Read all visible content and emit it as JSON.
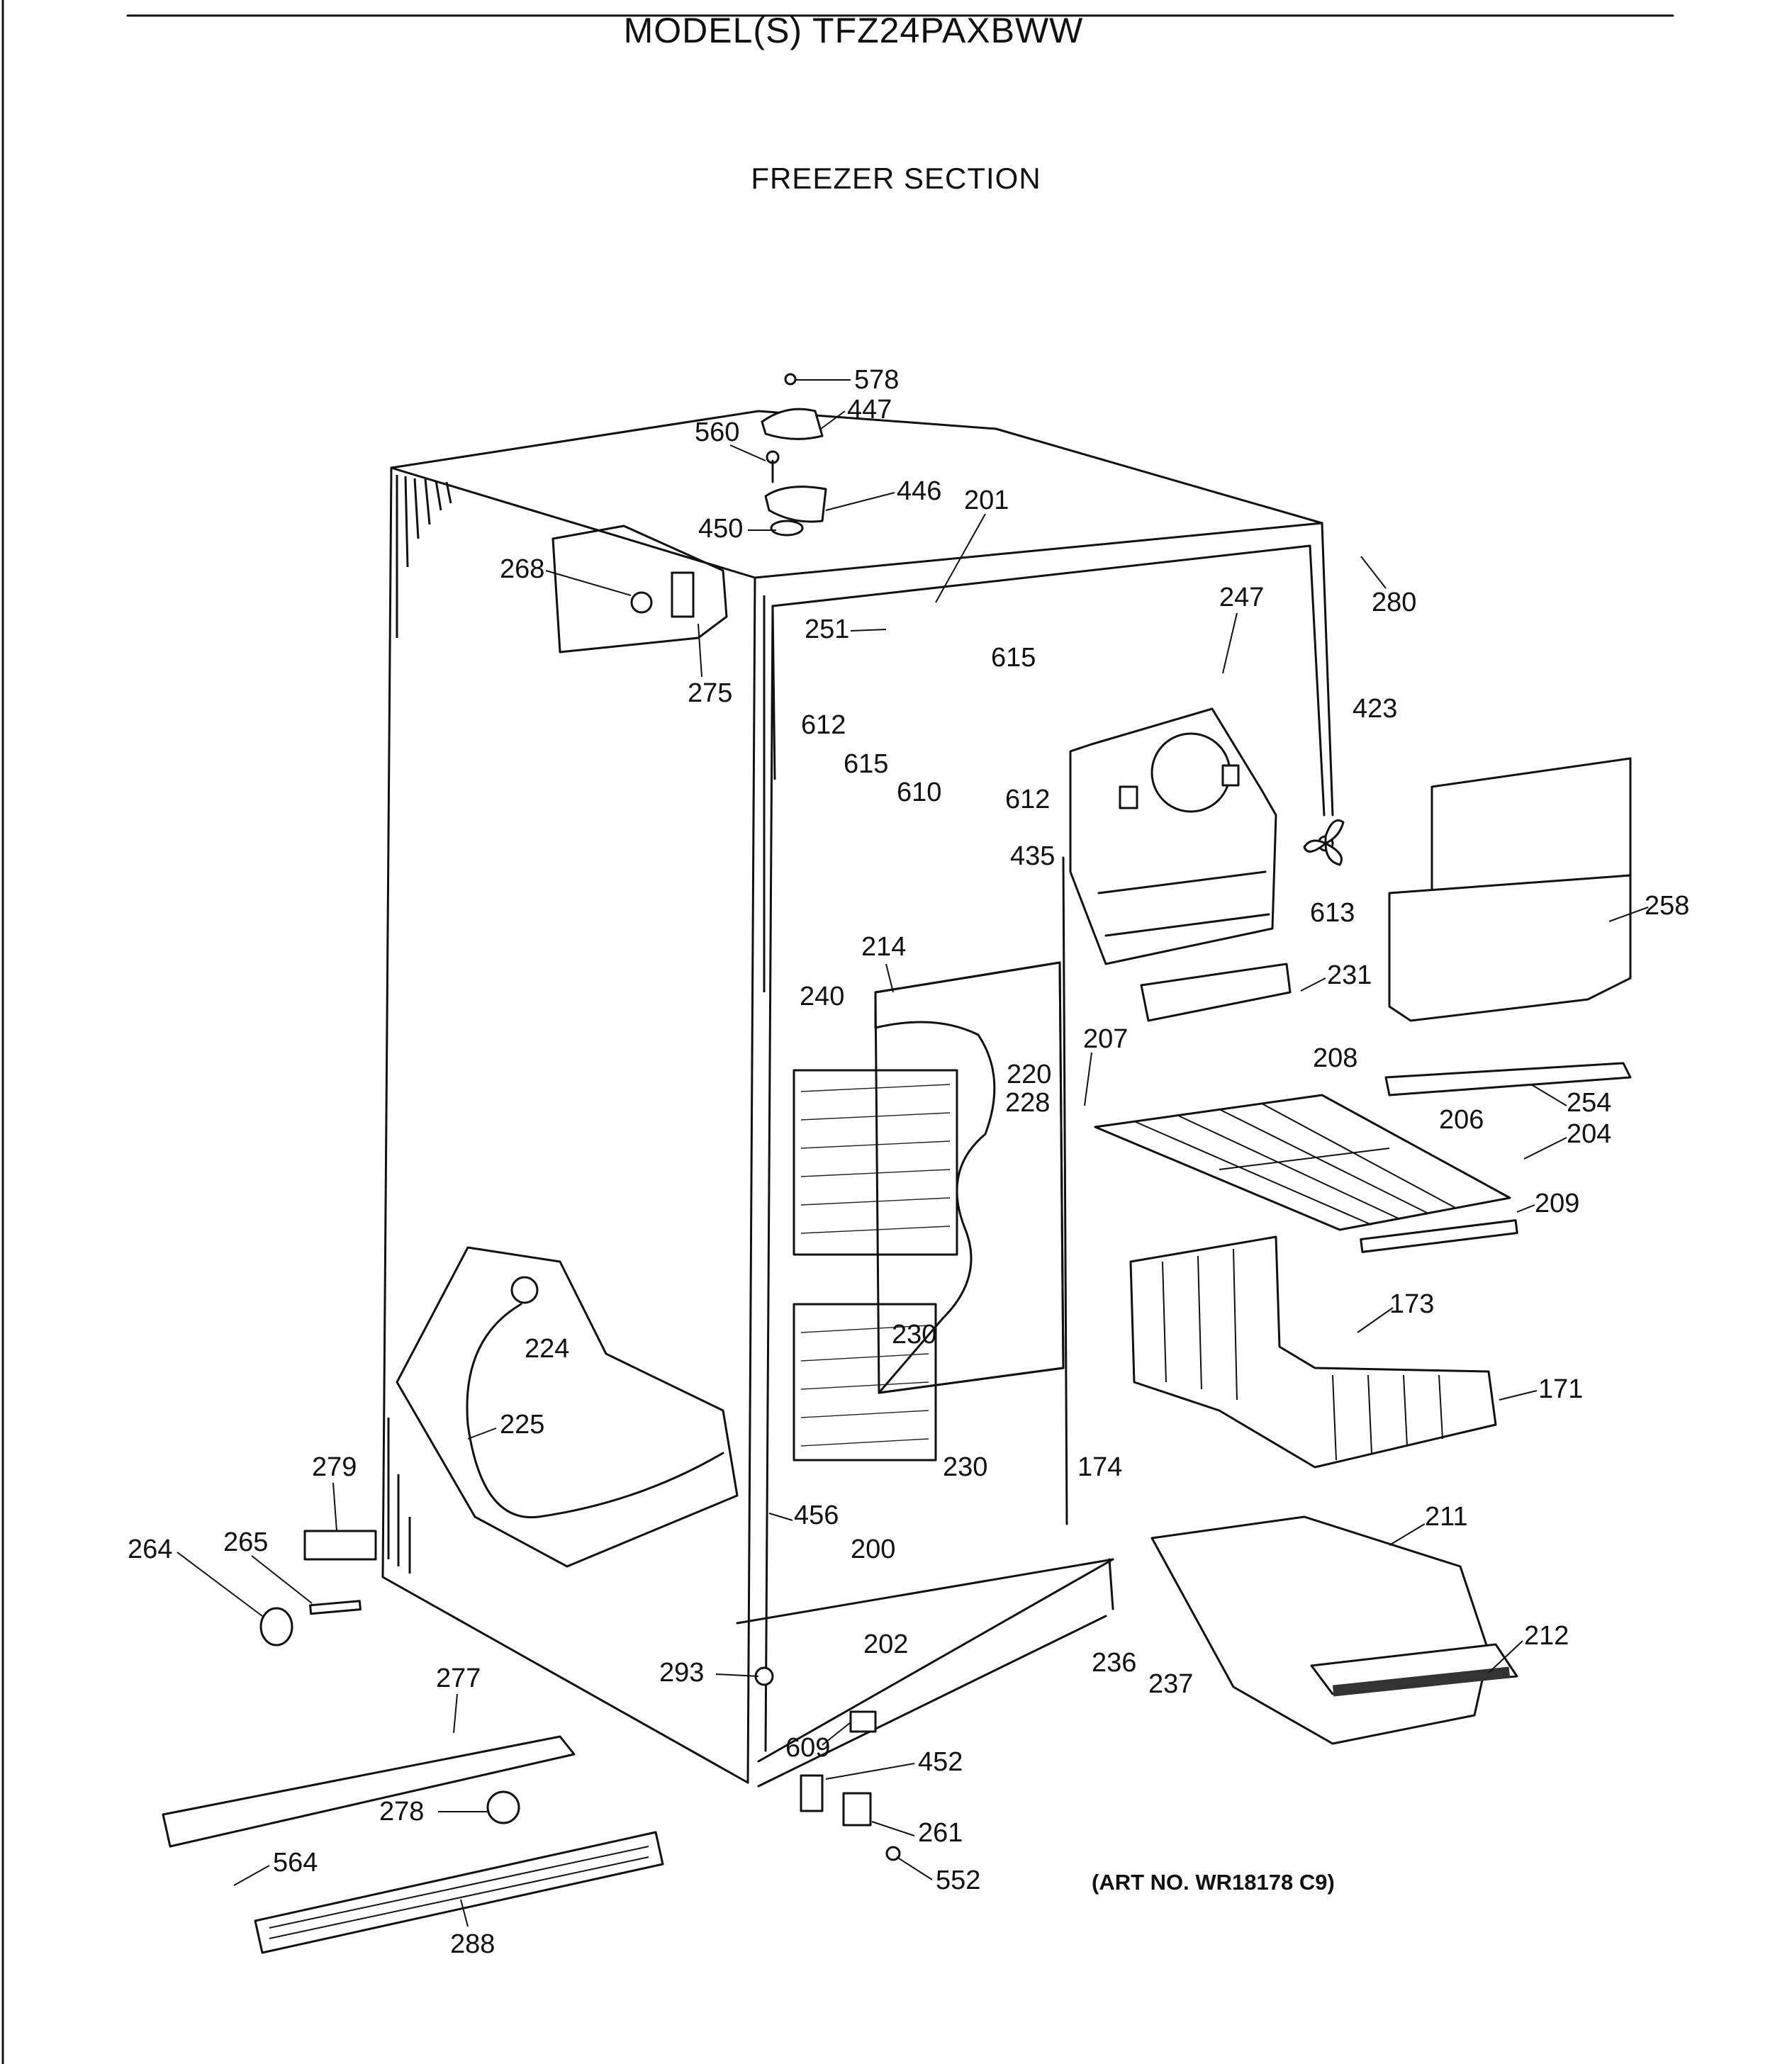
{
  "header": {
    "model_title": "MODEL(S) TFZ24PAXBWW",
    "section_title": "FREEZER SECTION"
  },
  "footer": {
    "art_number": "(ART NO. WR18178 C9)"
  },
  "part_labels": [
    "578",
    "447",
    "560",
    "446",
    "450",
    "201",
    "268",
    "275",
    "280",
    "251",
    "615",
    "612",
    "615",
    "610",
    "612",
    "247",
    "423",
    "613",
    "258",
    "435",
    "214",
    "240",
    "220",
    "228",
    "231",
    "207",
    "208",
    "254",
    "206",
    "204",
    "209",
    "224",
    "230",
    "173",
    "171",
    "225",
    "279",
    "174",
    "230",
    "456",
    "200",
    "211",
    "264",
    "265",
    "236",
    "237",
    "212",
    "202",
    "293",
    "277",
    "609",
    "452",
    "278",
    "261",
    "564",
    "552",
    "288"
  ]
}
